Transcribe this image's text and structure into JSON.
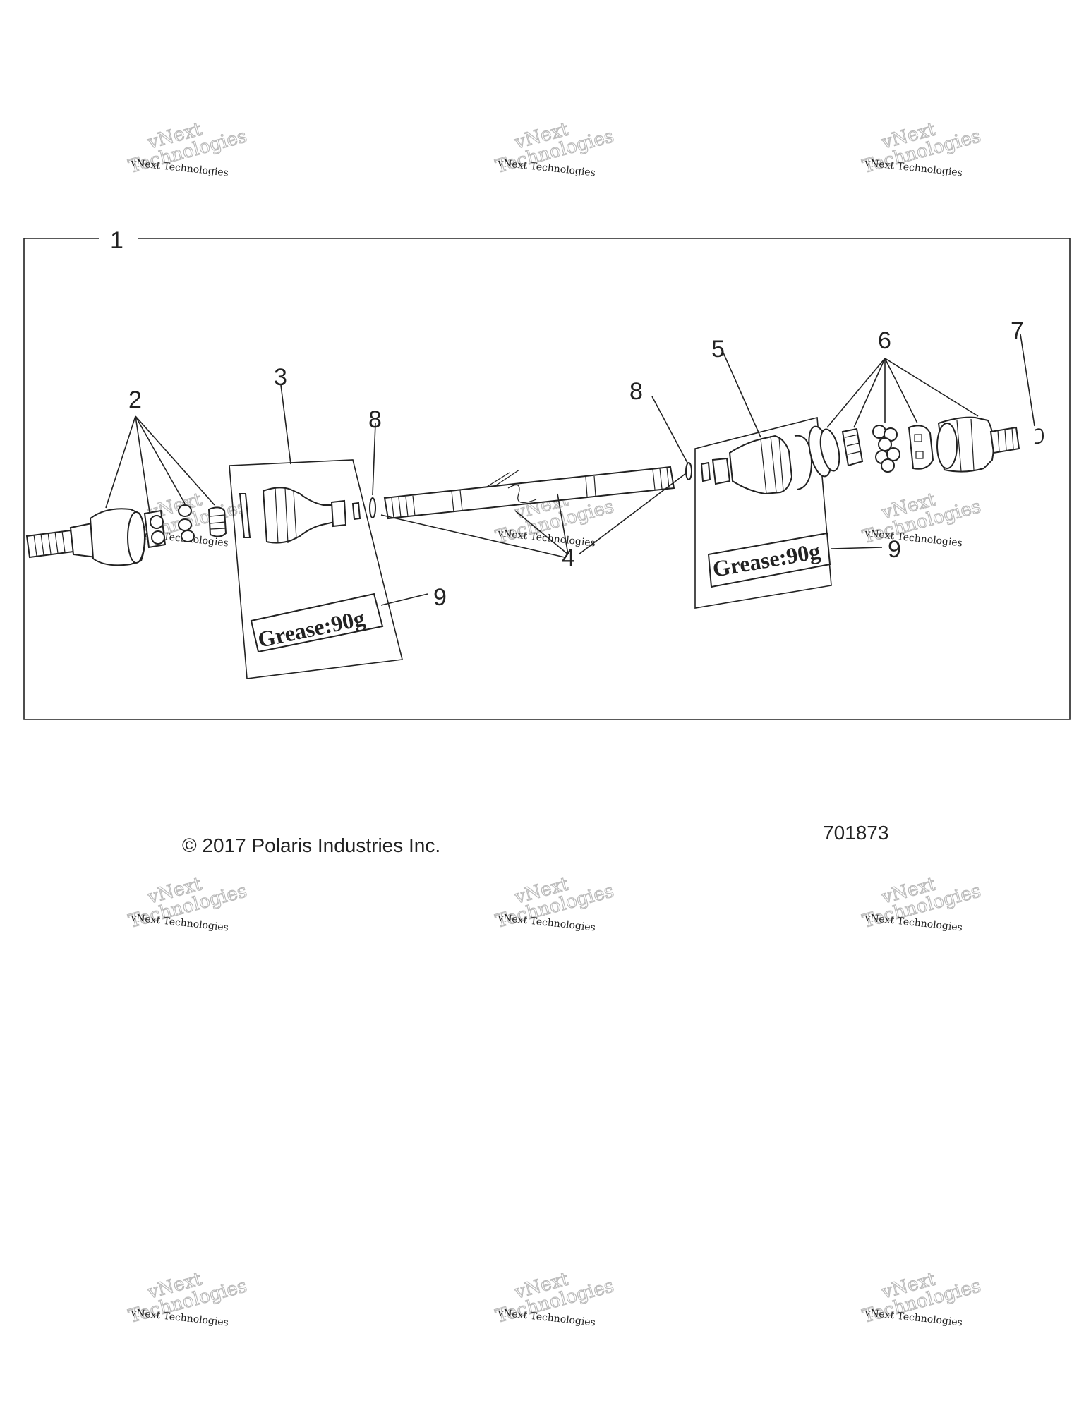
{
  "diagram": {
    "callouts": [
      "1",
      "2",
      "3",
      "4",
      "5",
      "6",
      "7",
      "8",
      "8",
      "9",
      "9"
    ],
    "grease_labels": [
      "Grease:90g",
      "Grease:90g"
    ]
  },
  "footer": {
    "copyright": "© 2017 Polaris Industries Inc.",
    "figure_number": "701873"
  },
  "watermark": {
    "line1": "vNext Technologies",
    "word_a": "vNext",
    "word_b": "Technologies"
  }
}
